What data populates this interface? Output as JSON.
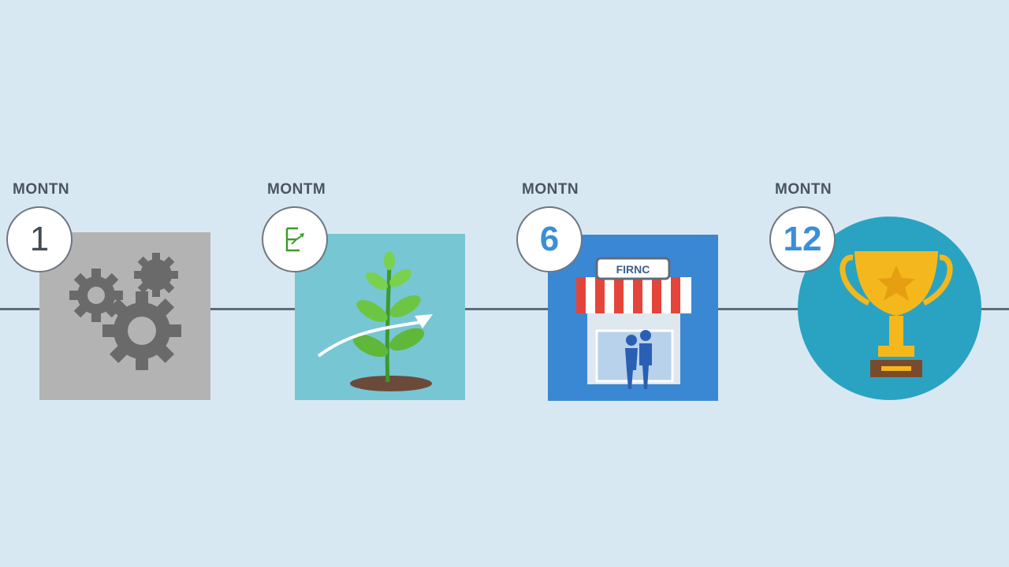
{
  "milestones": [
    {
      "label": "MONTN",
      "number": "1",
      "icon": "gears-icon"
    },
    {
      "label": "MONTM",
      "number": "",
      "icon": "sprout-growth-icon"
    },
    {
      "label": "MONTN",
      "number": "6",
      "icon": "storefront-icon",
      "sign_text": "FIRNC"
    },
    {
      "label": "MONTN",
      "number": "12",
      "icon": "trophy-icon"
    }
  ],
  "colors": {
    "background": "#d8e8f2",
    "line": "#5f6b78",
    "panel1": "#b3b3b3",
    "panel2": "#77c6d3",
    "panel3": "#3a88d4",
    "panel4": "#2aa3c3",
    "trophy": "#f5b81c",
    "accent_blue": "#3b8fd6"
  }
}
